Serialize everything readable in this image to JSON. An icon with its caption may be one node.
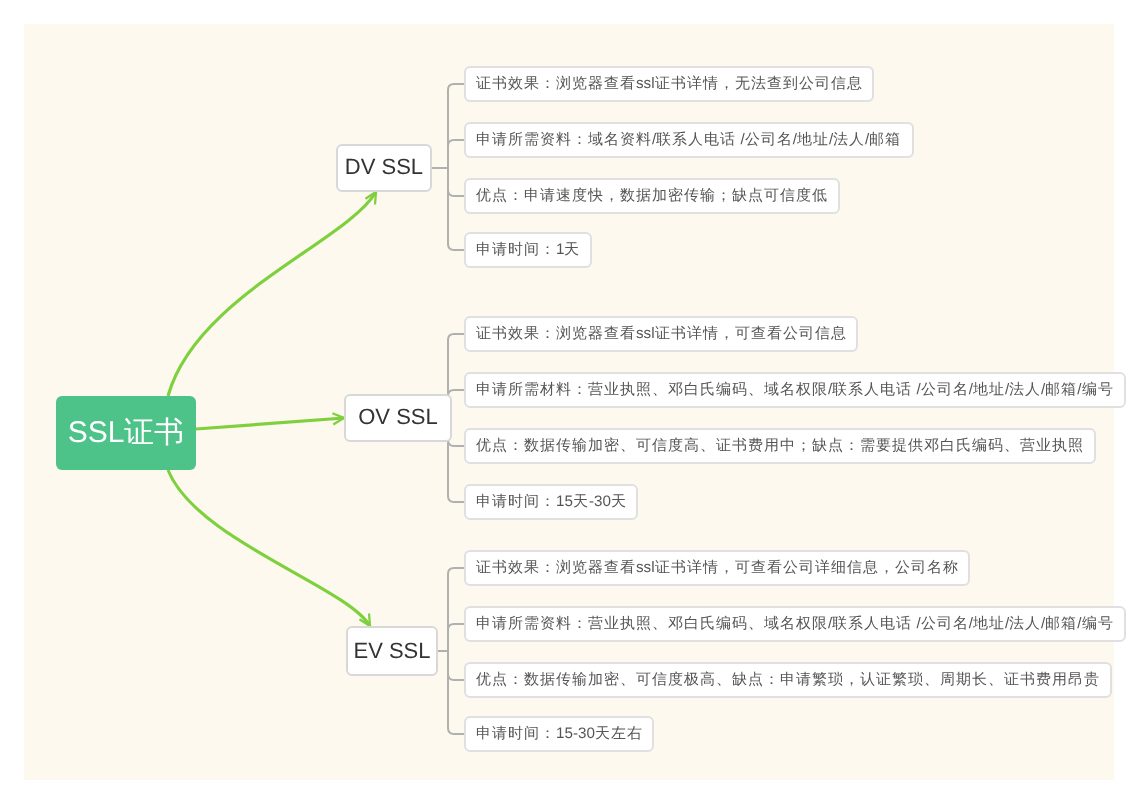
{
  "diagram": {
    "nodes": [
      {
        "text": [
          "SSL证书"
        ]
      },
      {
        "text": [
          "DV  SSL"
        ]
      },
      {
        "text": [
          "证书效果：浏览器查看ssl证书详情，无法查到公司信息"
        ]
      },
      {
        "text": [
          "申请所需资料：域名资料/联系人电话 /公司名/地址/法人/邮箱"
        ]
      },
      {
        "text": [
          "优点：申请速度快，数据加密传输；缺点可信度低"
        ]
      },
      {
        "text": [
          "申请时间：1天"
        ]
      },
      {
        "text": [
          "OV SSL"
        ]
      },
      {
        "text": [
          "证书效果：浏览器查看ssl证书详情，可查看公司信息"
        ]
      },
      {
        "text": [
          "申请所需材料：营业执照、邓白氏编码、域名权限/联系人电话 /公司名/地址/法人/邮箱/编号"
        ]
      },
      {
        "text": [
          "优点：数据传输加密、可信度高、证书费用中；缺点：需要提供邓白氏编码、营业执照"
        ]
      },
      {
        "text": [
          "申请时间：15天-30天"
        ]
      },
      {
        "text": [
          "EV  SSL"
        ]
      },
      {
        "text": [
          "证书效果：浏览器查看ssl证书详情，可查看公司详细信息，公司名称"
        ]
      },
      {
        "text": [
          "申请所需资料：营业执照、邓白氏编码、域名权限/联系人电话 /公司名/地址/法人/邮箱/编号"
        ]
      },
      {
        "text": [
          "优点：数据传输加密、可信度极高、缺点：申请繁琐，认证繁琐、周期长、证书费用昂贵"
        ]
      },
      {
        "text": [
          "申请时间：15-30天左右"
        ]
      }
    ],
    "edges": [
      {
        "from": 0,
        "to": 1,
        "arrow": "to",
        "color": "#7ed03e"
      },
      {
        "from": 0,
        "to": 6,
        "arrow": "to",
        "color": "#7ed03e"
      },
      {
        "from": 0,
        "to": 11,
        "arrow": "to",
        "color": "#7ed03e"
      },
      {
        "from": 1,
        "to": 2,
        "arrow": "none"
      },
      {
        "from": 1,
        "to": 3,
        "arrow": "none"
      },
      {
        "from": 1,
        "to": 4,
        "arrow": "none"
      },
      {
        "from": 1,
        "to": 5,
        "arrow": "none"
      },
      {
        "from": 6,
        "to": 7,
        "arrow": "none"
      },
      {
        "from": 6,
        "to": 8,
        "arrow": "none"
      },
      {
        "from": 6,
        "to": 9,
        "arrow": "none"
      },
      {
        "from": 6,
        "to": 10,
        "arrow": "none"
      },
      {
        "from": 11,
        "to": 12,
        "arrow": "none"
      },
      {
        "from": 11,
        "to": 13,
        "arrow": "none"
      },
      {
        "from": 11,
        "to": 14,
        "arrow": "none"
      },
      {
        "from": 11,
        "to": 15,
        "arrow": "none"
      }
    ]
  }
}
